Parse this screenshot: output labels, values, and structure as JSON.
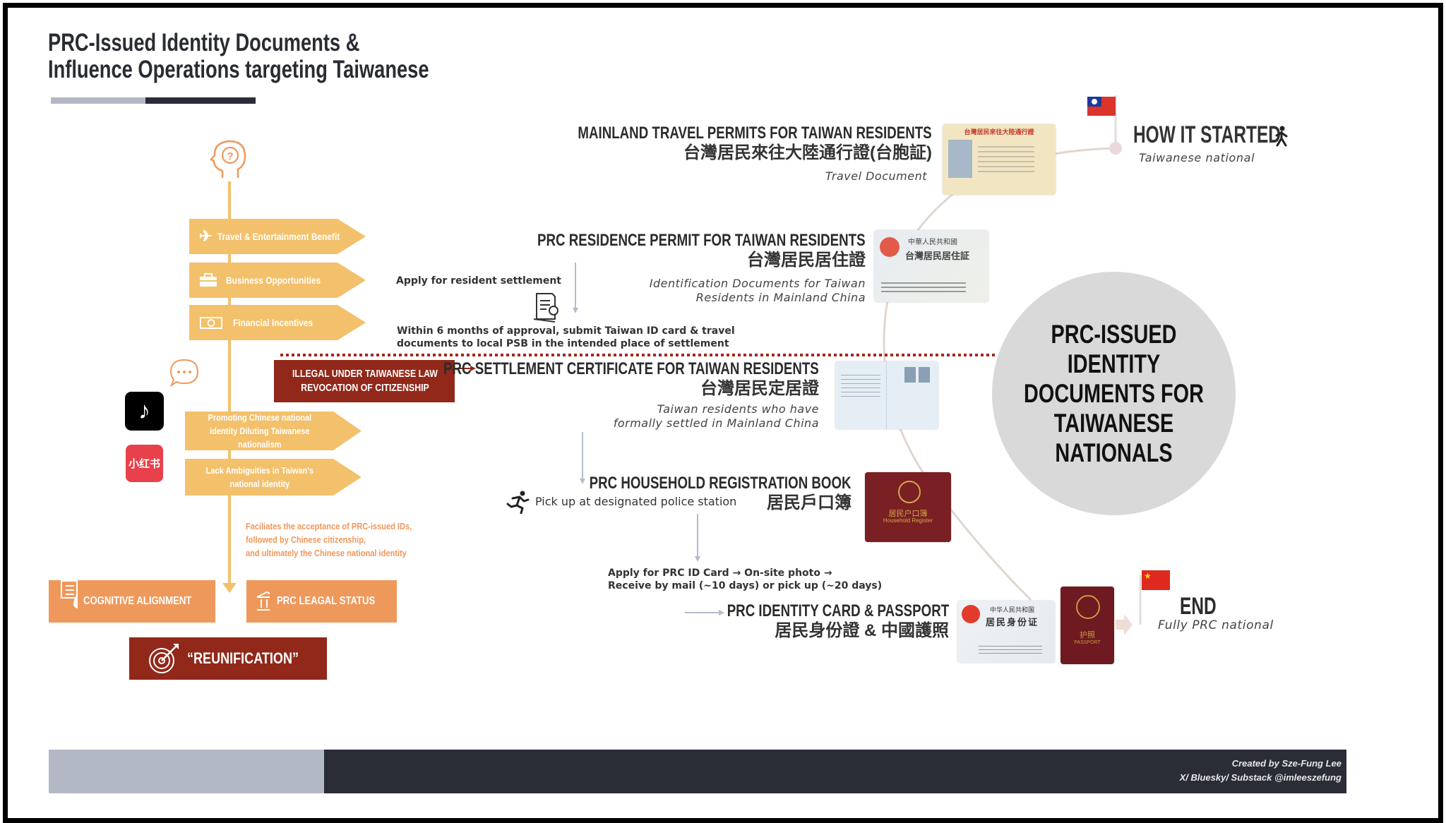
{
  "header": {
    "title_line1": "PRC-Issued Identity Documents &",
    "title_line2": "Influence Operations targeting Taiwanese"
  },
  "left_flow": {
    "top_icon": "head-question-icon",
    "benefits": [
      {
        "icon": "airplane-icon",
        "label": "Travel & Entertainment Benefit"
      },
      {
        "icon": "briefcase-icon",
        "label": "Business Opportunities"
      },
      {
        "icon": "money-icon",
        "label": "Financial Incentives"
      }
    ],
    "social_icons": [
      "chat-bubble-icon",
      "tiktok-icon",
      "xiaohongshu-icon"
    ],
    "xiaohongshu_label": "小红书",
    "narratives": [
      {
        "label": "Promoting Chinese national identity Diluting Taiwanese nationalism"
      },
      {
        "label": "Lack Ambiguities in Taiwan's national identity"
      }
    ],
    "facilitates_note": [
      "Faciliates the acceptance of PRC-issued IDs,",
      "followed by Chinese citizenship,",
      "and ultimately the Chinese national identity"
    ],
    "cognitive_alignment": "COGNITIVE ALIGNMENT",
    "legal_status": "PRC LEAGAL STATUS",
    "reunification": "“REUNIFICATION”"
  },
  "warning": {
    "line1": "ILLEGAL UNDER TAIWANESE LAW",
    "line2": "REVOCATION OF CITIZENSHIP"
  },
  "documents": [
    {
      "title": "MAINLAND TRAVEL PERMITS FOR TAIWAN RESIDENTS",
      "zh": "台灣居民來往大陸通行證(台胞証)",
      "sub": [
        "Travel Document"
      ]
    },
    {
      "title": "PRC RESIDENCE PERMIT FOR TAIWAN RESIDENTS",
      "zh": "台灣居民居住證",
      "sub": [
        "Identification Documents for Taiwan",
        "Residents in Mainland China"
      ]
    },
    {
      "title": "PRC SETTLEMENT CERTIFICATE FOR TAIWAN RESIDENTS",
      "zh": "台灣居民定居證",
      "sub": [
        "Taiwan residents who have",
        "formally settled in Mainland China"
      ]
    },
    {
      "title": "PRC HOUSEHOLD REGISTRATION BOOK",
      "zh": "居民戶口簿",
      "sub": []
    },
    {
      "title": "PRC IDENTITY CARD & PASSPORT",
      "zh": "居民身份證 & 中國護照",
      "sub": []
    }
  ],
  "steps": {
    "apply_settlement": "Apply for resident settlement",
    "within_6_months": [
      "Within 6 months of approval, submit Taiwan ID card & travel",
      "documents to local PSB in the intended place of settlement"
    ],
    "pick_up": "Pick up at designated police station",
    "apply_id": [
      "Apply for PRC ID Card → On-site photo →",
      "Receive by mail (~10 days) or pick up (~20 days)"
    ]
  },
  "card_texts": {
    "travel_permit_header": "台灣居民來往大陸通行證",
    "residence_l1": "中華人民共和國",
    "residence_l2": "台灣居民居住証",
    "household_l1": "居民户口簿",
    "household_l2": "Household Register",
    "id_l1": "中华人民共和国",
    "id_l2": "居民身份证",
    "passport_l1": "护照",
    "passport_l2": "PASSPORT"
  },
  "start": {
    "title": "HOW IT STARTED",
    "sub": "Taiwanese national",
    "icon": "walking-person-icon"
  },
  "end": {
    "title": "END",
    "sub": "Fully PRC national"
  },
  "center_circle": "PRC-ISSUED IDENTITY DOCUMENTS FOR TAIWANESE NATIONALS",
  "footer": {
    "credit_line1": "Created by Sze-Fung Lee",
    "credit_line2": "X/ Bluesky/ Substack @imleeszefung"
  },
  "colors": {
    "orange_light": "#f3c06b",
    "orange": "#ef985c",
    "dark_red": "#912819",
    "navy": "#2a2d35",
    "gray_bar": "#b3b8c5",
    "circle": "#d9d9d9"
  }
}
